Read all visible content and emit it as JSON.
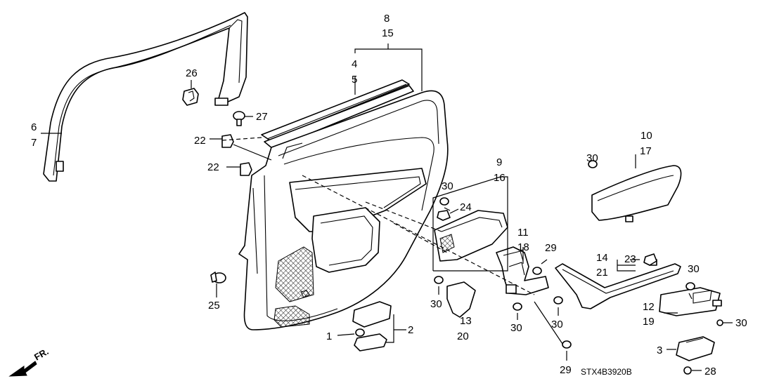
{
  "diagram_code": "STX4B3920B",
  "front_marker": "FR.",
  "callouts": {
    "c1": "1",
    "c2": "2",
    "c3": "3",
    "c4": "4",
    "c5": "5",
    "c6": "6",
    "c7": "7",
    "c8": "8",
    "c9": "9",
    "c10": "10",
    "c11": "11",
    "c12": "12",
    "c13": "13",
    "c14": "14",
    "c15": "15",
    "c16": "16",
    "c17": "17",
    "c18": "18",
    "c19": "19",
    "c20": "20",
    "c21": "21",
    "c22": "22",
    "c23": "23",
    "c24": "24",
    "c25": "25",
    "c26": "26",
    "c27": "27",
    "c28": "28",
    "c29": "29",
    "c30": "30"
  }
}
